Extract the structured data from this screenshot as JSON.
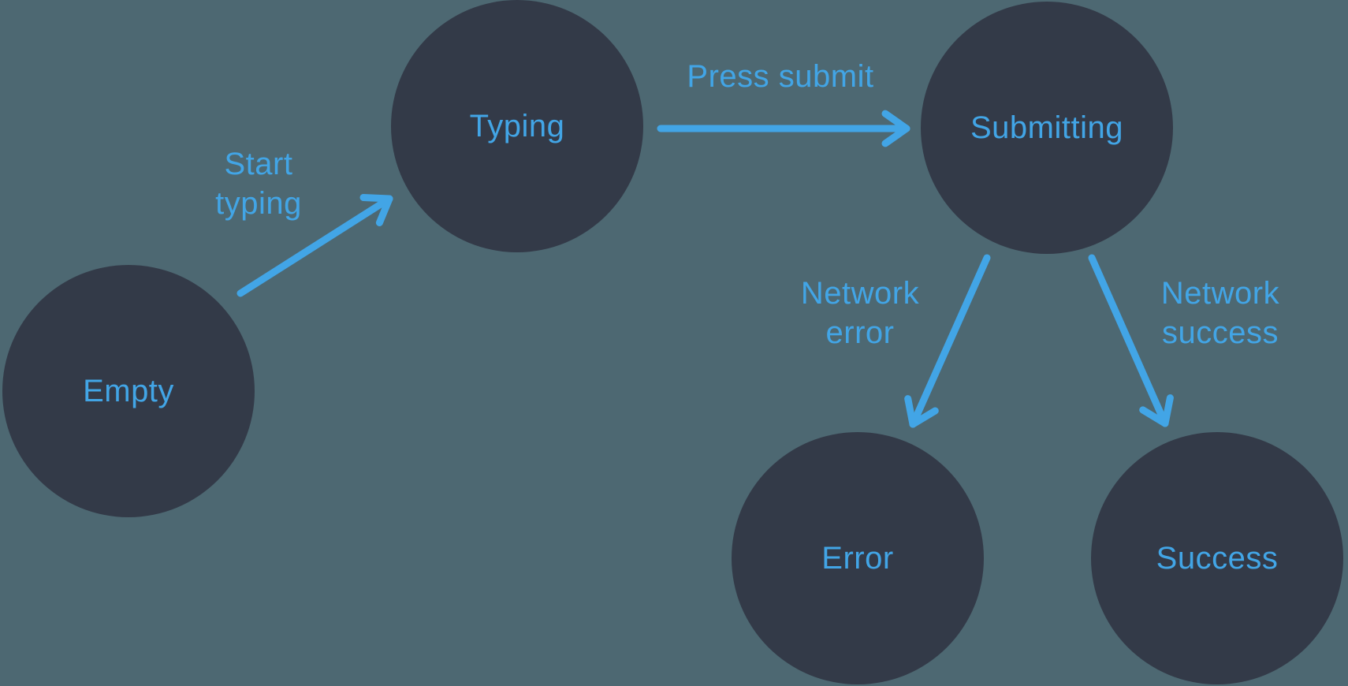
{
  "colors": {
    "background": "#4d6872",
    "node_fill": "#333a48",
    "accent": "#42a5e6"
  },
  "diagram": {
    "type": "state-machine",
    "states": [
      {
        "id": "empty",
        "label": "Empty"
      },
      {
        "id": "typing",
        "label": "Typing"
      },
      {
        "id": "submitting",
        "label": "Submitting"
      },
      {
        "id": "error",
        "label": "Error"
      },
      {
        "id": "success",
        "label": "Success"
      }
    ],
    "transitions": [
      {
        "from": "empty",
        "to": "typing",
        "label": "Start typing"
      },
      {
        "from": "typing",
        "to": "submitting",
        "label": "Press submit"
      },
      {
        "from": "submitting",
        "to": "error",
        "label": "Network error"
      },
      {
        "from": "submitting",
        "to": "success",
        "label": "Network success"
      }
    ]
  }
}
